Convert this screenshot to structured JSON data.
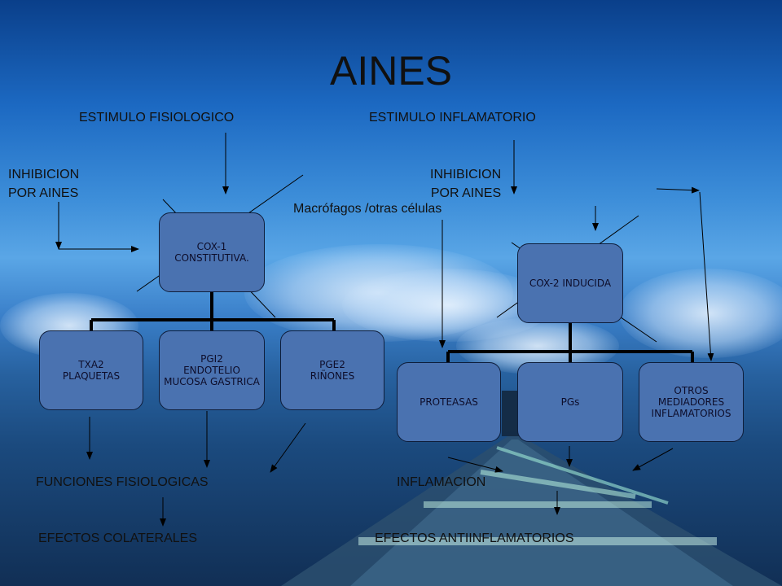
{
  "title": "AINES",
  "labels": {
    "stim_fisio": "ESTIMULO FISIOLOGICO",
    "stim_infl": "ESTIMULO INFLAMATORIO",
    "inhib_left": "INHIBICION\nPOR AINES",
    "inhib_right": "INHIBICION\nPOR AINES",
    "macrofagos": "Macrófagos /otras células",
    "funciones": "FUNCIONES FISIOLOGICAS",
    "inflamacion": "INFLAMACION",
    "colaterales": "EFECTOS COLATERALES",
    "antiinfl": "EFECTOS ANTIINFLAMATORIOS"
  },
  "boxes": {
    "cox1": "COX-1 CONSTITUTIVA.",
    "txa2": "TXA2\nPLAQUETAS",
    "pgi2": "PGI2\nENDOTELIO\nMUCOSA GASTRICA",
    "pge2": "PGE2\nRIÑONES",
    "cox2": "COX-2 INDUCIDA",
    "proteasas": "PROTEASAS",
    "pgs": "PGs",
    "otros": "OTROS\nMEDIADORES\nINFLAMATORIOS"
  },
  "colors": {
    "box_fill": "#4a72b0",
    "line": "#000000",
    "sky_top": "#0a3f8a",
    "sky_light": "#5aa6e6",
    "sea_dark": "#112f55"
  }
}
